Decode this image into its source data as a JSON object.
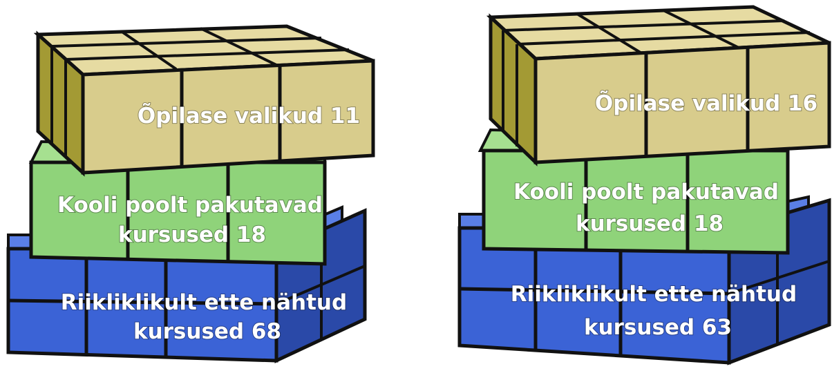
{
  "colors": {
    "top_front": "#D8CC8C",
    "top_top": "#E6DBA2",
    "top_side": "#A39A34",
    "mid_front": "#8FD37A",
    "mid_top": "#A6E090",
    "mid_side": "#63A84C",
    "bot_front": "#3B63D6",
    "bot_top": "#5A7FE6",
    "bot_side": "#2A49A8",
    "edge": "#111111"
  },
  "cubes": [
    {
      "top_label": "Õpilase valikud 11",
      "middle_label_line1": "Kooli poolt pakutavad",
      "middle_label_line2": "kursused 18",
      "bottom_label_line1": "Riikliklikult ette nähtud",
      "bottom_label_line2": "kursused 68"
    },
    {
      "top_label": "Õpilase valikud 16",
      "middle_label_line1": "Kooli poolt pakutavad",
      "middle_label_line2": "kursused 18",
      "bottom_label_line1": "Riikliklikult ette nähtud",
      "bottom_label_line2": "kursused 63"
    }
  ]
}
